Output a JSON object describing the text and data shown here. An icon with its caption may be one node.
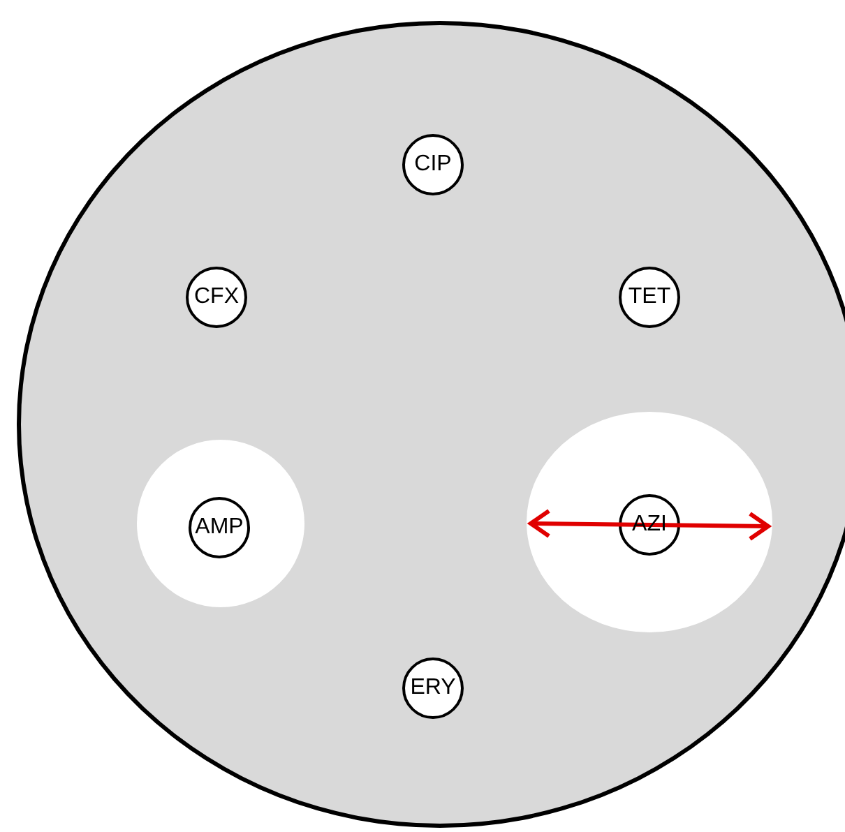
{
  "diagram": {
    "nodes": [
      {
        "text": [],
        "shape": "circle"
      },
      {
        "text": [
          "CIP"
        ],
        "in": 0
      },
      {
        "text": [
          "CFX"
        ],
        "in": 0
      },
      {
        "text": [
          "TET"
        ],
        "in": 0
      },
      {
        "text": [],
        "shape": "circle",
        "in": 0
      },
      {
        "text": [
          "AMP"
        ],
        "in": 4
      },
      {
        "text": [],
        "shape": "circle",
        "in": 0
      },
      {
        "text": [
          "AZI"
        ],
        "in": 6
      },
      {
        "text": [
          "ERY"
        ],
        "in": 0
      }
    ],
    "edges": []
  }
}
